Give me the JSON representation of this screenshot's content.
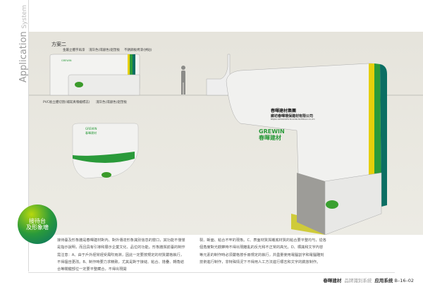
{
  "side_title": {
    "main": "Application",
    "sub": "System"
  },
  "scheme_title": "方案二",
  "labels": {
    "metal_letters": "金屬立體字再漆",
    "light_gray_top": "淺灰色(或銀色)鋁塑板",
    "stainless": "不銹鋼板烤漆(拼貼)",
    "pvc": "PVC板立體切割(補寫真噴繪標志)",
    "light_gray_bottom": "淺灰色(或銀色)鋁塑板"
  },
  "sign": {
    "brand_en": "GREWIN",
    "brand_cn": "春暉建材",
    "group": "春暉建材集團",
    "company": "廊坊春暉環保建材有限公司",
    "company_en": "BEIJING GREWIN NEW BUILDING MATERIALS CO.,LTD"
  },
  "section_badge": [
    "接待台",
    "及形象墻"
  ],
  "description": {
    "col1": "接待臺及形象牆是春暉建材對內、對外傳達形象識別信息的窗口，其功能不僅僅是指示說明，而且具有引導和展示企業文化、品位的功能。形象牆與前臺的制作需注意：A、由于戶外經常經受風吹雨淋，因此一定要按規定的材質嚴格執行，不得擅自更改。B、制作時要力求精致，尤其是對于接縫、粘合、搭疊、轉角結合等關鍵部位一定要平整藏合，不得出現開",
    "col2": "裂、斷面、粘合不牢的現象。C、表面材質與襯底材質的粘合要平整均勻，從各個角度對光觀察時不得出現離亂的反光和不正常的高光。D、標識和文字內容等元素的制作時必須嚴格按手冊規定的執行，并盡量使用電腦割字和電腦雕刻技術進行制作，非特殊情況下不得用人工方法進行標志和文字的鐫放制作。"
  },
  "footer": {
    "brand": "春暉建材",
    "system": "品牌識別系統",
    "section": "应用系统",
    "code": "B–16–02"
  },
  "colors": {
    "green": "#1a8a3a",
    "teal": "#0b6e63",
    "yellow": "#e5cf0a"
  }
}
